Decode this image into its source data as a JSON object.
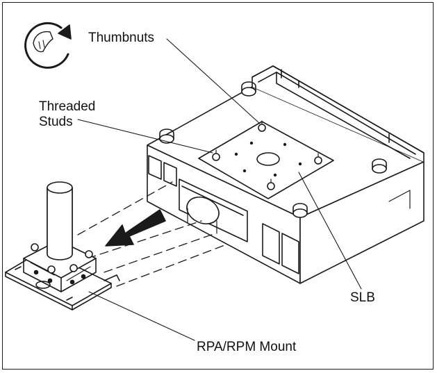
{
  "labels": {
    "thumbnuts": "Thumbnuts",
    "threaded_line1": "Threaded",
    "threaded_line2": "Studs",
    "slb": "SLB",
    "mount": "RPA/RPM Mount"
  },
  "icons": {
    "rotate": "hand-rotate-clockwise-icon",
    "direction": "arrow-left-down-icon"
  },
  "colors": {
    "line": "#1a1a1a",
    "shade": "#d9d9d9",
    "background": "#ffffff"
  }
}
